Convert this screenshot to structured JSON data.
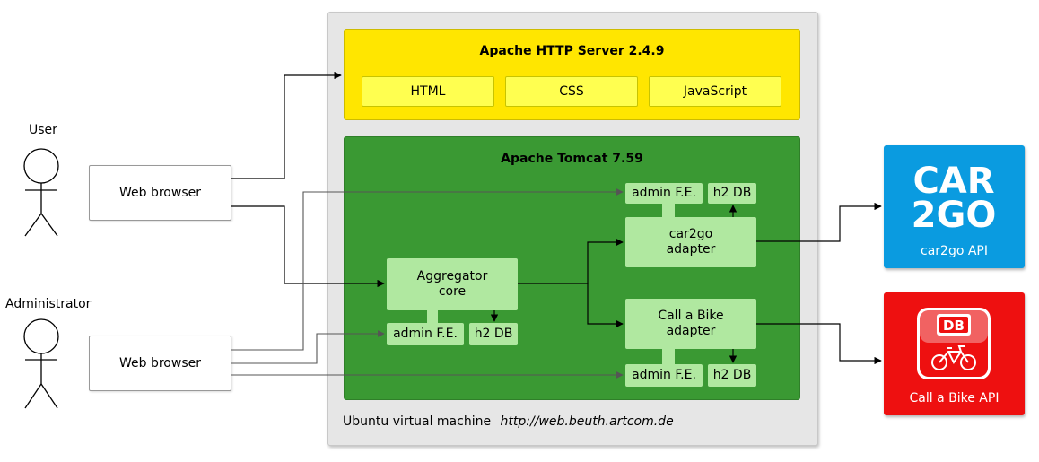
{
  "actors": {
    "user": "User",
    "administrator": "Administrator"
  },
  "browsers": {
    "user": "Web browser",
    "admin": "Web browser"
  },
  "vm": {
    "label": "Ubuntu virtual machine",
    "url": "http://web.beuth.artcom.de"
  },
  "apache": {
    "title": "Apache HTTP Server 2.4.9",
    "items": [
      "HTML",
      "CSS",
      "JavaScript"
    ]
  },
  "tomcat": {
    "title": "Apache Tomcat 7.59",
    "aggregator": {
      "line1": "Aggregator",
      "line2": "core"
    },
    "car2go_adapter": {
      "line1": "car2go",
      "line2": "adapter"
    },
    "cab_adapter": {
      "line1": "Call a Bike",
      "line2": "adapter"
    },
    "admin_fe": "admin F.E.",
    "h2db": "h2 DB"
  },
  "apis": {
    "car2go": {
      "logo_line1": "CAR",
      "logo_line2": "2GO",
      "label": "car2go API"
    },
    "callabike": {
      "logo": "DB",
      "label": "Call a Bike API"
    }
  },
  "colors": {
    "apache_yellow": "#ffe600",
    "tomcat_green": "#3a9933",
    "component_green": "#b0e8a0",
    "car2go_blue": "#0a9be0",
    "db_red": "#ee1010"
  }
}
